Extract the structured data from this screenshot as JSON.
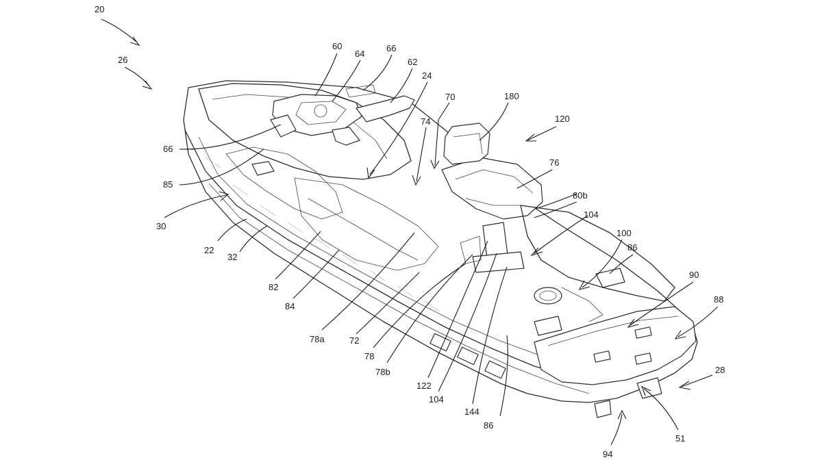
{
  "colors": {
    "line": "#2b2b2b",
    "text": "#1a1a1a",
    "background": "#ffffff"
  },
  "labels": [
    {
      "key": "20",
      "text": "20"
    },
    {
      "key": "26",
      "text": "26"
    },
    {
      "key": "60",
      "text": "60"
    },
    {
      "key": "64",
      "text": "64"
    },
    {
      "key": "66a",
      "text": "66"
    },
    {
      "key": "62",
      "text": "62"
    },
    {
      "key": "24",
      "text": "24"
    },
    {
      "key": "70",
      "text": "70"
    },
    {
      "key": "180",
      "text": "180"
    },
    {
      "key": "120",
      "text": "120"
    },
    {
      "key": "74",
      "text": "74"
    },
    {
      "key": "76",
      "text": "76"
    },
    {
      "key": "66b",
      "text": "66"
    },
    {
      "key": "85",
      "text": "85"
    },
    {
      "key": "80b",
      "text": "80b"
    },
    {
      "key": "104a",
      "text": "104"
    },
    {
      "key": "30",
      "text": "30"
    },
    {
      "key": "100",
      "text": "100"
    },
    {
      "key": "86a",
      "text": "86"
    },
    {
      "key": "22",
      "text": "22"
    },
    {
      "key": "32",
      "text": "32"
    },
    {
      "key": "90",
      "text": "90"
    },
    {
      "key": "88",
      "text": "88"
    },
    {
      "key": "82",
      "text": "82"
    },
    {
      "key": "84",
      "text": "84"
    },
    {
      "key": "78a",
      "text": "78a"
    },
    {
      "key": "72",
      "text": "72"
    },
    {
      "key": "78",
      "text": "78"
    },
    {
      "key": "78b",
      "text": "78b"
    },
    {
      "key": "122",
      "text": "122"
    },
    {
      "key": "104b",
      "text": "104"
    },
    {
      "key": "144",
      "text": "144"
    },
    {
      "key": "86b",
      "text": "86"
    },
    {
      "key": "28",
      "text": "28"
    },
    {
      "key": "51",
      "text": "51"
    },
    {
      "key": "94",
      "text": "94"
    }
  ]
}
